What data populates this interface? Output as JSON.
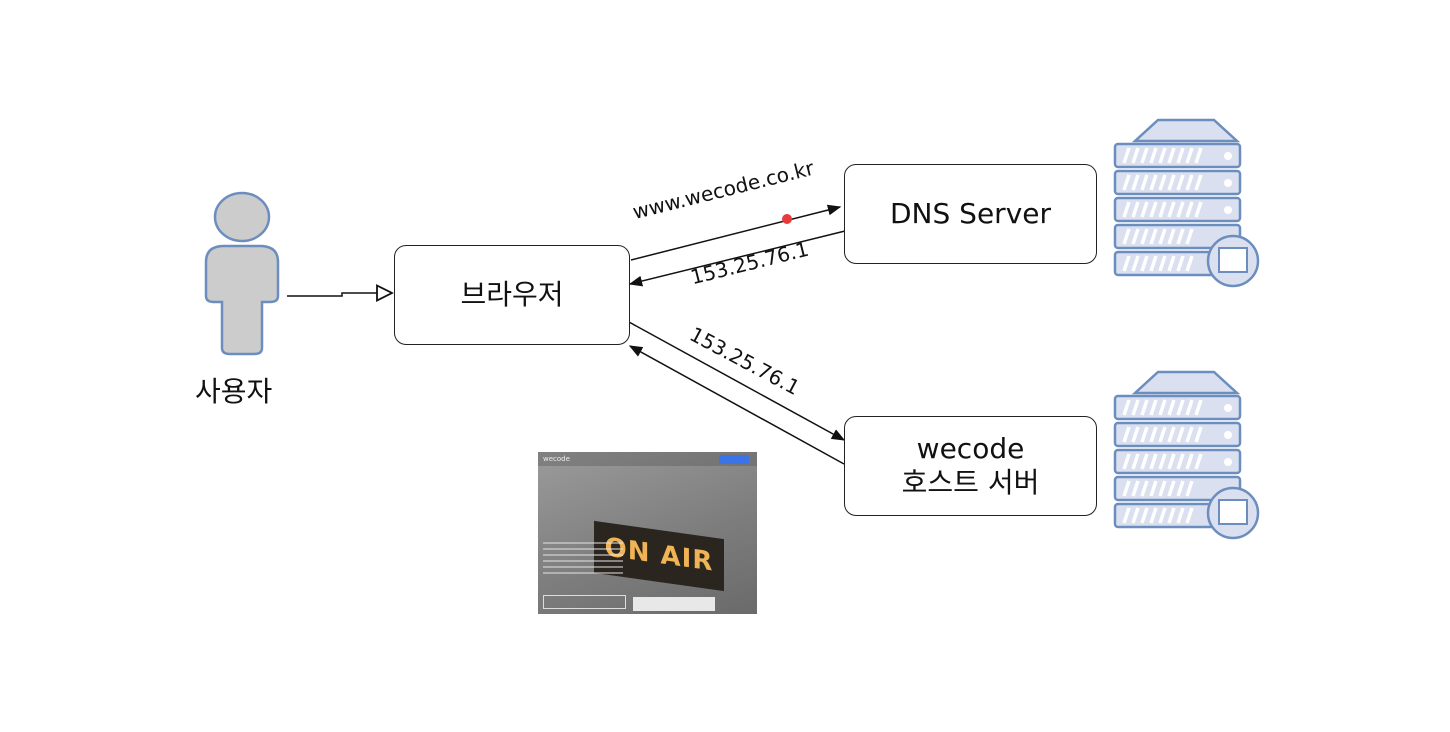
{
  "nodes": {
    "user_label": "사용자",
    "browser": "브라우저",
    "dns": "DNS Server",
    "host_line1": "wecode",
    "host_line2": "호스트 서버"
  },
  "edges": {
    "request_domain": "www.wecode.co.kr",
    "dns_response_ip": "153.25.76.1",
    "request_ip": "153.25.76.1"
  },
  "thumbnail": {
    "brand": "wecode",
    "sign_text": "ON AIR"
  },
  "colors": {
    "user_fill": "#cccccc",
    "user_stroke": "#6c8ebf",
    "server_fill": "#dae0ef",
    "server_stroke": "#6c8ebf",
    "marker_dot": "#e83a3a"
  }
}
